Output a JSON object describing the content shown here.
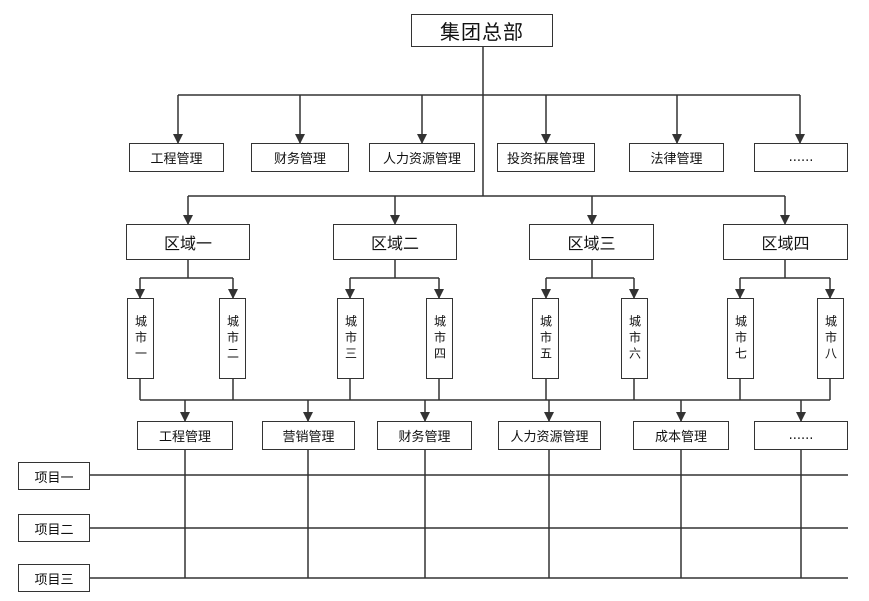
{
  "headquarters": "集团总部",
  "hq_departments": [
    "工程管理",
    "财务管理",
    "人力资源管理",
    "投资拓展管理",
    "法律管理",
    "......"
  ],
  "regions": [
    "区域一",
    "区域二",
    "区域三",
    "区域四"
  ],
  "cities": [
    "城市一",
    "城市二",
    "城市三",
    "城市四",
    "城市五",
    "城市六",
    "城市七",
    "城市八"
  ],
  "city_departments": [
    "工程管理",
    "营销管理",
    "财务管理",
    "人力资源管理",
    "成本管理",
    "......"
  ],
  "projects": [
    "项目一",
    "项目二",
    "项目三"
  ]
}
